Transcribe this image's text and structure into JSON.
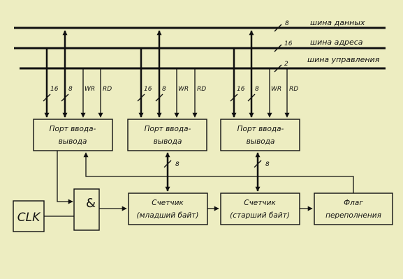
{
  "diagram": {
    "buses": [
      {
        "name": "шина данных",
        "width": "8"
      },
      {
        "name": "шина адреса",
        "width": "16"
      },
      {
        "name": "шина управления",
        "width": "2"
      }
    ],
    "port_inputs": [
      "16",
      "8",
      "WR",
      "RD"
    ],
    "ports": [
      {
        "line1": "Порт ввода-",
        "line2": "вывода"
      },
      {
        "line1": "Порт ввода-",
        "line2": "вывода"
      },
      {
        "line1": "Порт ввода-",
        "line2": "вывода"
      }
    ],
    "port_to_counter_width": "8",
    "clk": "CLK",
    "and_gate": "&",
    "counter_low": {
      "line1": "Счетчик",
      "line2": "(младший байт)"
    },
    "counter_high": {
      "line1": "Счетчик",
      "line2": "(старший байт)"
    },
    "overflow_flag": {
      "line1": "Флаг",
      "line2": "переполнения"
    }
  }
}
